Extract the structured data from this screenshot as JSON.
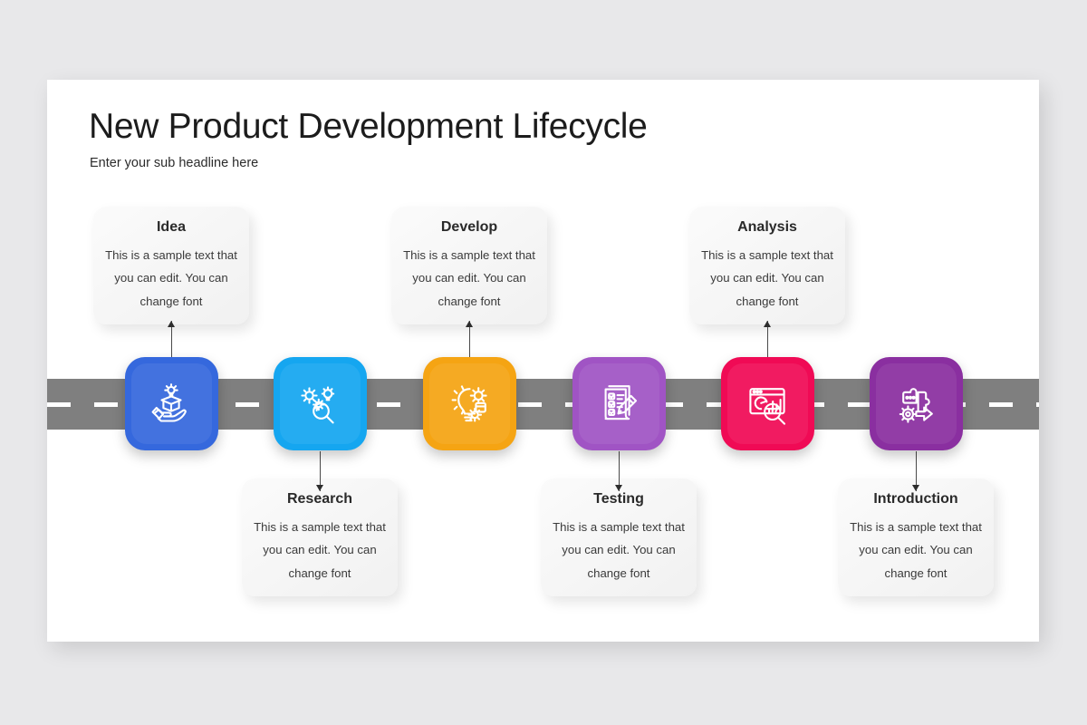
{
  "slide": {
    "title": "New Product Development Lifecycle",
    "subtitle": "Enter your sub headline here"
  },
  "body_text": "This is a sample text that you can edit. You can change font",
  "colors": {
    "page_background": "#e8e8ea",
    "slide_background": "#ffffff",
    "road": "#7f7f7f",
    "road_dash": "#ffffff",
    "card_background": "#f4f4f4",
    "title_text": "#1c1c1c"
  },
  "steps": [
    {
      "label": "Idea",
      "description": "This is a sample text that you can edit. You can change font",
      "color": "#3568dd",
      "icon": "hand-holding-box-lightbulb-icon",
      "position": "above"
    },
    {
      "label": "Research",
      "description": "This is a sample text that you can edit. You can change font",
      "color": "#15a6f0",
      "icon": "gears-magnifier-lightbulb-icon",
      "position": "below"
    },
    {
      "label": "Develop",
      "description": "This is a sample text that you can edit. You can change font",
      "color": "#f5a413",
      "icon": "lightbulb-gears-icon",
      "position": "above"
    },
    {
      "label": "Testing",
      "description": "This is a sample text that you can edit. You can change font",
      "color": "#a054c4",
      "icon": "checklist-pencil-icon",
      "position": "below"
    },
    {
      "label": "Analysis",
      "description": "This is a sample text that you can edit. You can change font",
      "color": "#f00a55",
      "icon": "chart-dashboard-magnifier-icon",
      "position": "above"
    },
    {
      "label": "Introduction",
      "description": "This is a sample text that you can edit. You can change font",
      "color": "#8a2fa0",
      "icon": "puzzle-gear-arrow-icon",
      "position": "below"
    }
  ]
}
